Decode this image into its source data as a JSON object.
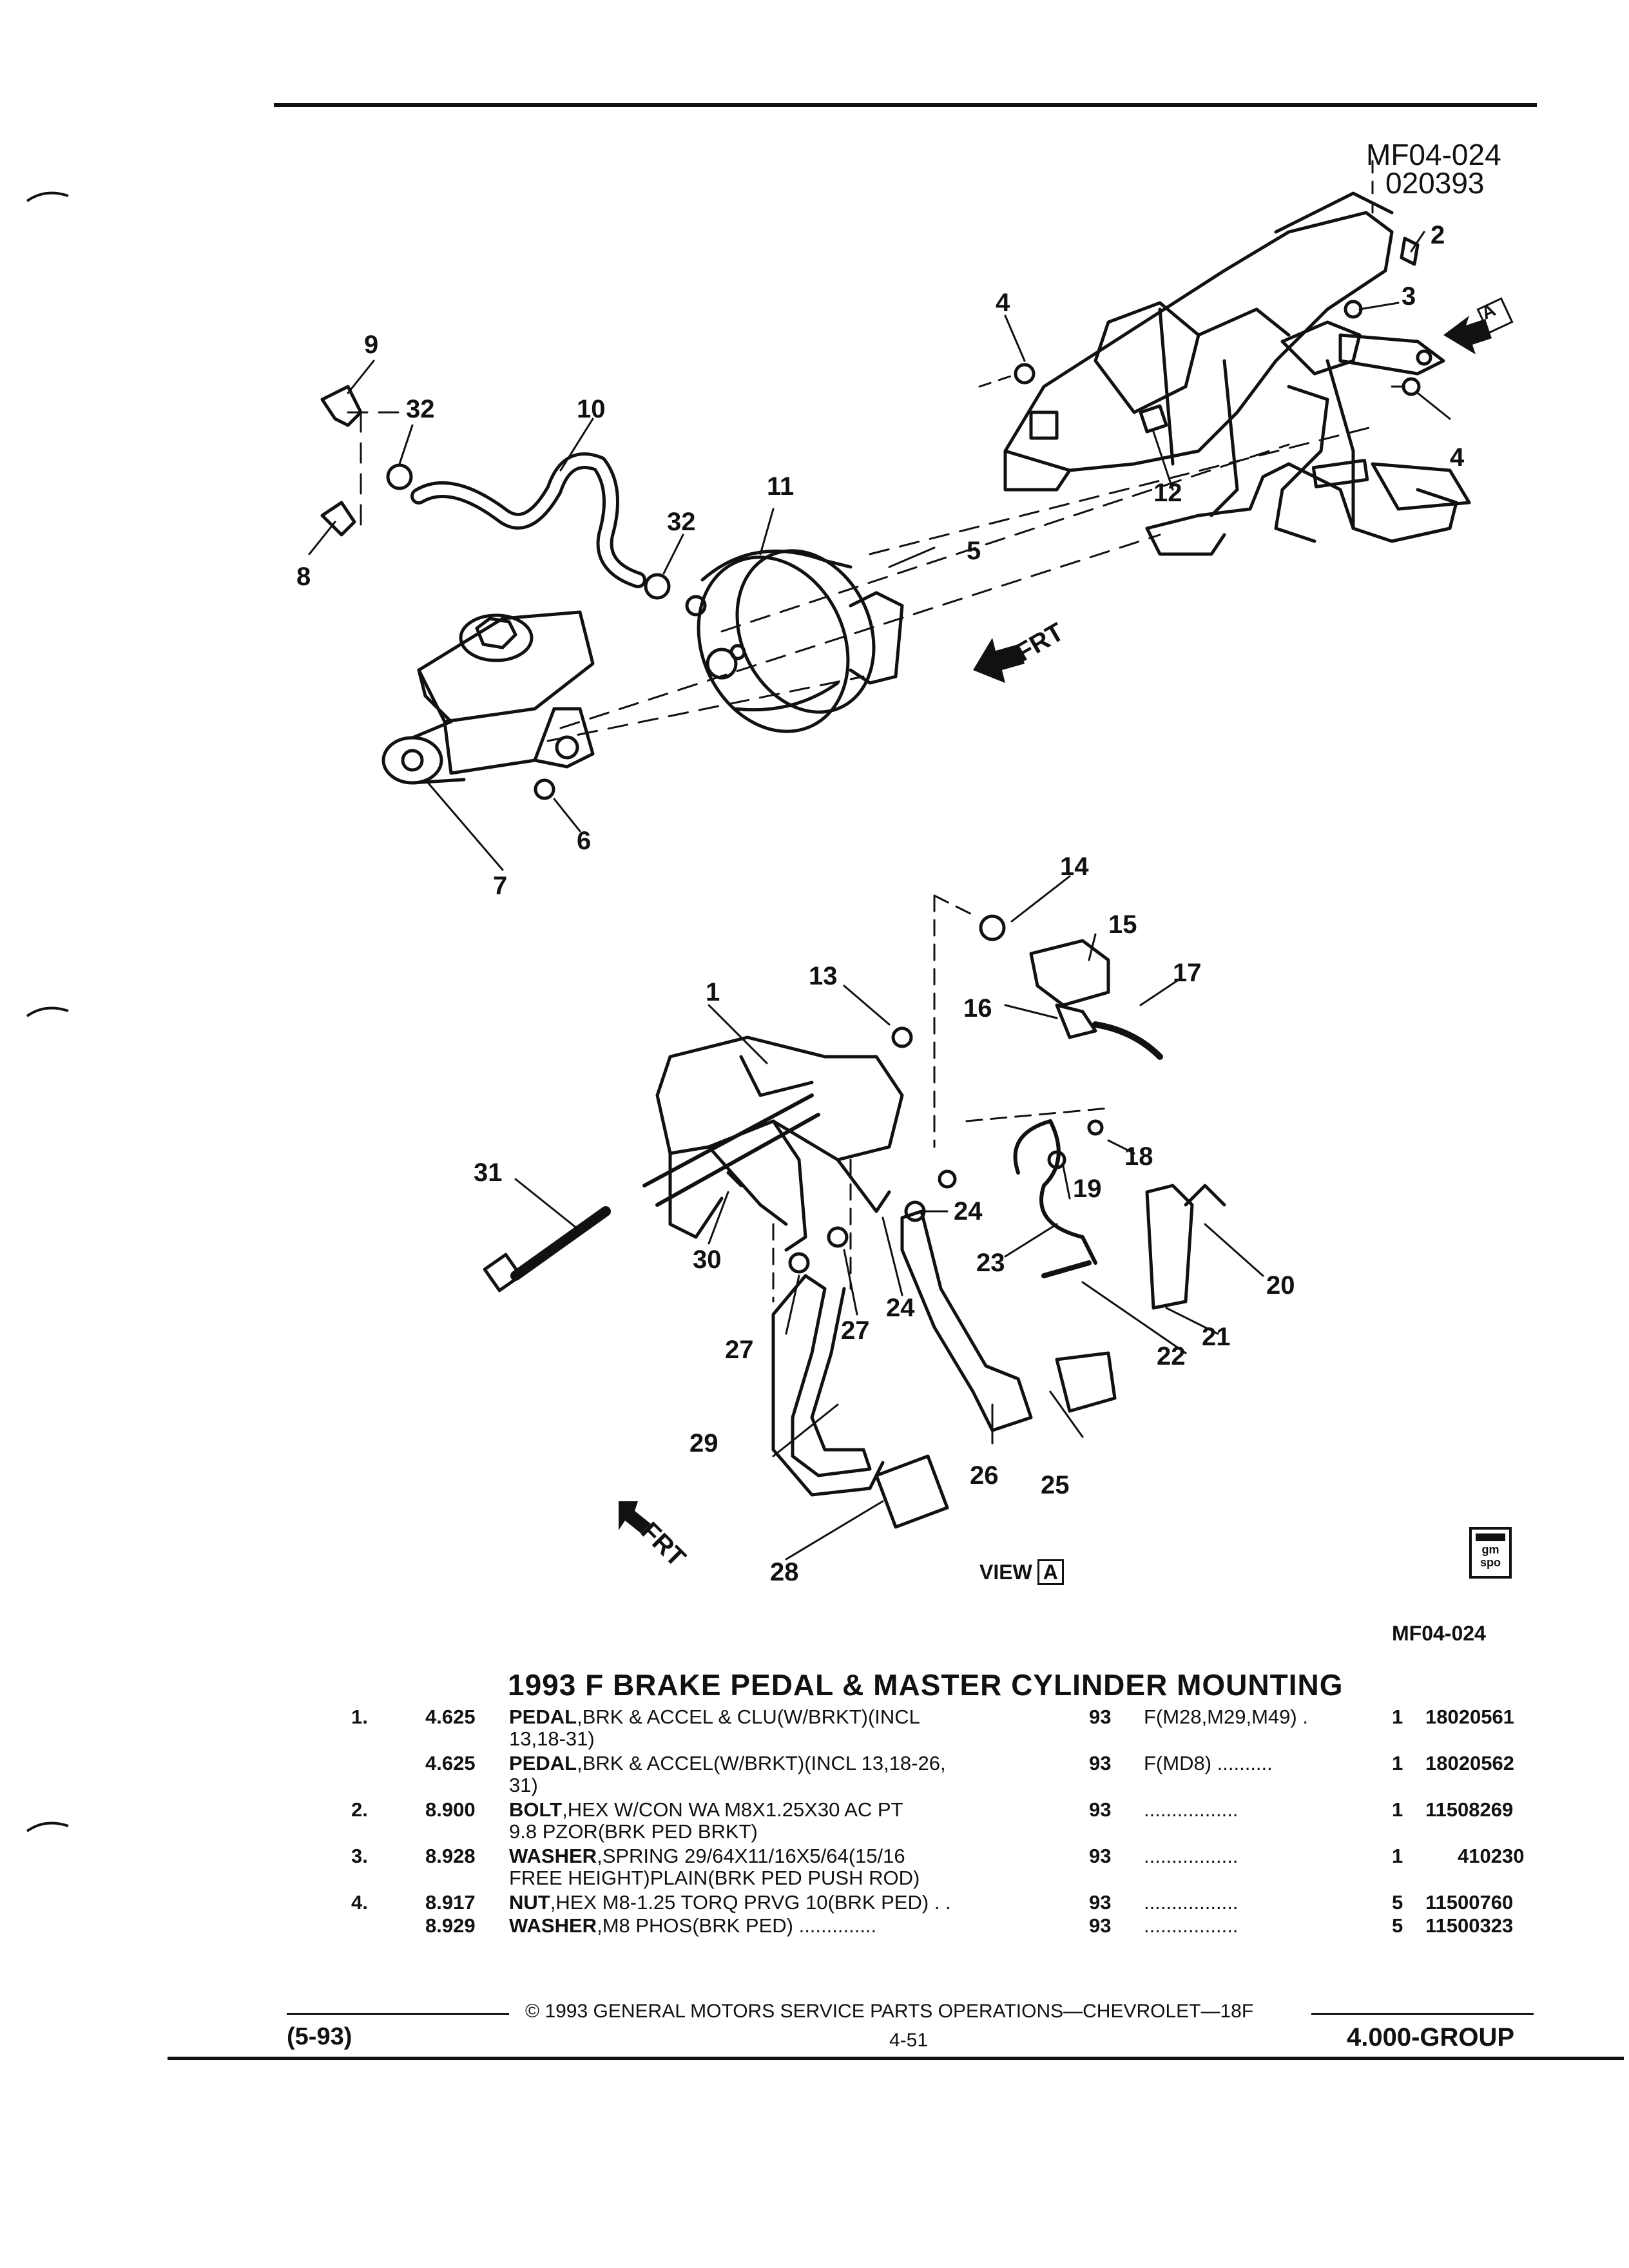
{
  "header": {
    "diagram_code": "MF04-024",
    "diagram_date": "020393"
  },
  "callouts": [
    "1",
    "2",
    "3",
    "4",
    "4",
    "5",
    "6",
    "7",
    "8",
    "9",
    "10",
    "11",
    "12",
    "13",
    "14",
    "15",
    "16",
    "17",
    "18",
    "19",
    "20",
    "21",
    "22",
    "23",
    "24",
    "24",
    "25",
    "26",
    "27",
    "27",
    "28",
    "29",
    "30",
    "31",
    "32",
    "32"
  ],
  "arrows": {
    "front_upper": "FRT",
    "front_lower": "FRT",
    "view_a_label": "VIEW",
    "view_a_box": "A",
    "detail_box_top": "A"
  },
  "logo": {
    "line1": "gm",
    "line2": "spo"
  },
  "figure_code": "MF04-024",
  "section_title": "1993 F BRAKE PEDAL & MASTER CYLINDER MOUNTING",
  "parts": [
    {
      "item": "1.",
      "code": "4.625",
      "name": "PEDAL",
      "desc": ",BRK & ACCEL & CLU(W/BRKT)(INCL",
      "desc2": "13,18-31)",
      "year": "93",
      "usage": "F(M28,M29,M49) .",
      "qty": "1",
      "part_no": "18020561"
    },
    {
      "item": "",
      "code": "4.625",
      "name": "PEDAL",
      "desc": ",BRK & ACCEL(W/BRKT)(INCL 13,18-26,",
      "desc2": "31)",
      "year": "93",
      "usage": "F(MD8) ..........",
      "qty": "1",
      "part_no": "18020562"
    },
    {
      "item": "2.",
      "code": "8.900",
      "name": "BOLT",
      "desc": ",HEX W/CON WA M8X1.25X30 AC PT",
      "desc2": "9.8 PZOR(BRK PED BRKT)",
      "year": "93",
      "usage": ".................",
      "qty": "1",
      "part_no": "11508269"
    },
    {
      "item": "3.",
      "code": "8.928",
      "name": "WASHER",
      "desc": ",SPRING 29/64X11/16X5/64(15/16",
      "desc2": "FREE HEIGHT)PLAIN(BRK PED PUSH ROD)",
      "year": "93",
      "usage": ".................",
      "qty": "1",
      "part_no": "410230"
    },
    {
      "item": "4.",
      "code": "8.917",
      "name": "NUT",
      "desc": ",HEX M8-1.25 TORQ PRVG 10(BRK PED) . .",
      "desc2": "",
      "year": "93",
      "usage": ".................",
      "qty": "5",
      "part_no": "11500760"
    },
    {
      "item": "",
      "code": "8.929",
      "name": "WASHER",
      "desc": ",M8 PHOS(BRK PED) ..............",
      "desc2": "",
      "year": "93",
      "usage": ".................",
      "qty": "5",
      "part_no": "11500323"
    }
  ],
  "footer": {
    "copyright": "© 1993 GENERAL MOTORS SERVICE PARTS OPERATIONS—CHEVROLET—18F",
    "date": "(5-93)",
    "page": "4-51",
    "group": "4.000-GROUP"
  }
}
